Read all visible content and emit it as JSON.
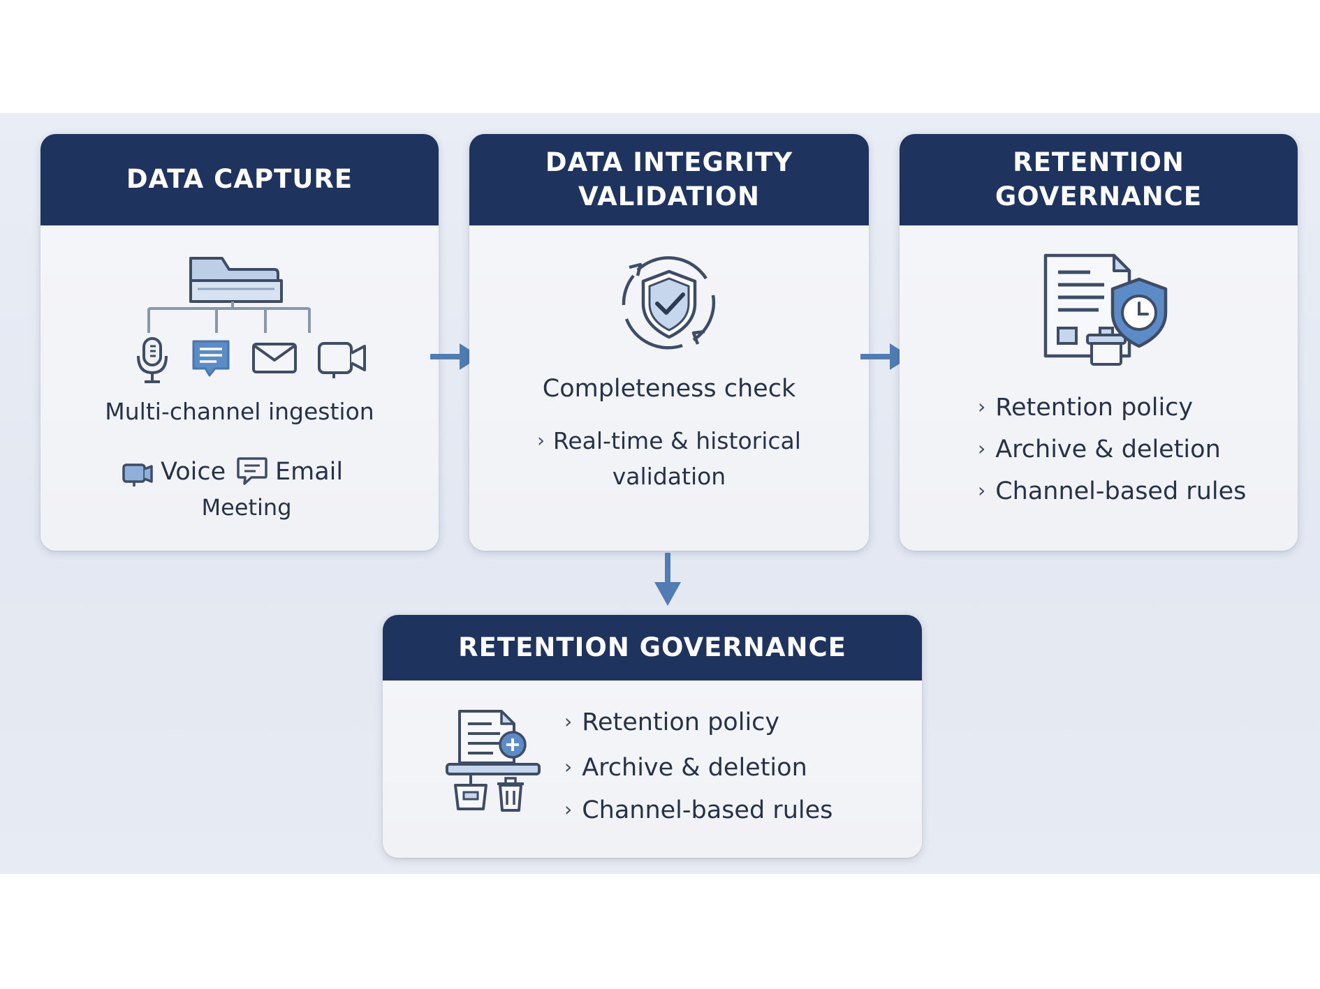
{
  "cards": {
    "capture": {
      "title": "DATA CAPTURE",
      "subtitle": "Multi-channel ingestion",
      "channels": {
        "voice": "Voice",
        "email": "Email",
        "meeting": "Meeting"
      }
    },
    "validation": {
      "title_line1": "DATA INTEGRITY",
      "title_line2": "VALIDATION",
      "subtitle": "Completeness check",
      "bullet_line1": "Real-time & historical",
      "bullet_line2": "validation"
    },
    "retention_top": {
      "title_line1": "RETENTION",
      "title_line2": "GOVERNANCE",
      "items": [
        "Retention policy",
        "Archive & deletion",
        "Channel-based rules"
      ]
    },
    "retention_bottom": {
      "title": "RETENTION GOVERNANCE",
      "items": [
        "Retention policy",
        "Archive & deletion",
        "Channel-based rules"
      ]
    }
  },
  "colors": {
    "header": "#1e335e",
    "arrow": "#4f7db3",
    "icon_stroke": "#3e4c66",
    "icon_fill": "#aec4e0",
    "background": "#e6eaf2"
  }
}
